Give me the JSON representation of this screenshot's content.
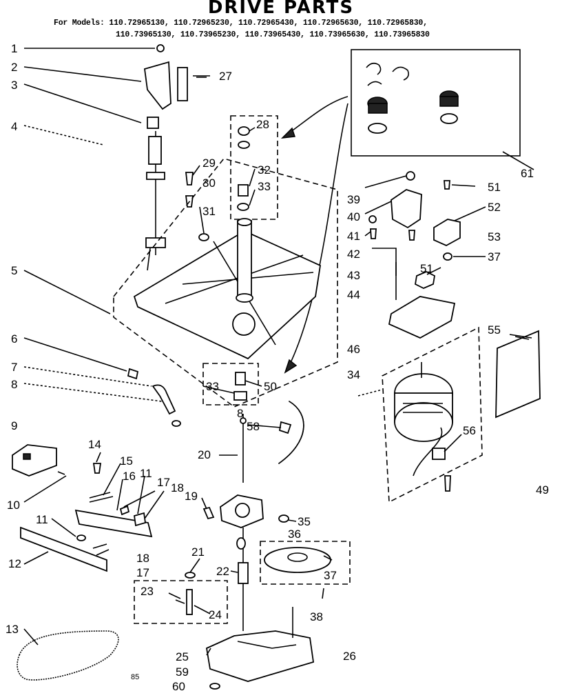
{
  "header": {
    "title": "DRIVE PARTS",
    "models_line1": "For Models: 110.72965130, 110.72965230, 110.72965430, 110.72965630, 110.72965830,",
    "models_line2": "110.73965130, 110.73965230, 110.73965430, 110.73965630, 110.73965830"
  },
  "footer": {
    "code": "85"
  },
  "callouts": {
    "c1": "1",
    "c2": "2",
    "c3": "3",
    "c4": "4",
    "c5": "5",
    "c6": "6",
    "c7": "7",
    "c8a": "8",
    "c8b": "8",
    "c9": "9",
    "c10": "10",
    "c11a": "11",
    "c11b": "11",
    "c12": "12",
    "c13": "13",
    "c14": "14",
    "c15": "15",
    "c16": "16",
    "c17a": "17",
    "c17b": "17",
    "c18a": "18",
    "c18b": "18",
    "c19": "19",
    "c20": "20",
    "c21": "21",
    "c22": "22",
    "c23": "23",
    "c24": "24",
    "c25": "25",
    "c26": "26",
    "c27": "27",
    "c28": "28",
    "c29": "29",
    "c30": "30",
    "c31": "31",
    "c32": "32",
    "c33a": "33",
    "c33b": "33",
    "c34": "34",
    "c35": "35",
    "c36": "36",
    "c37a": "37",
    "c37b": "37",
    "c38": "38",
    "c39": "39",
    "c40": "40",
    "c41": "41",
    "c42": "42",
    "c43": "43",
    "c44": "44",
    "c46": "46",
    "c49": "49",
    "c50": "50",
    "c51a": "51",
    "c51b": "51",
    "c52": "52",
    "c53": "53",
    "c55": "55",
    "c56": "56",
    "c58": "58",
    "c59": "59",
    "c60": "60",
    "c61": "61"
  }
}
